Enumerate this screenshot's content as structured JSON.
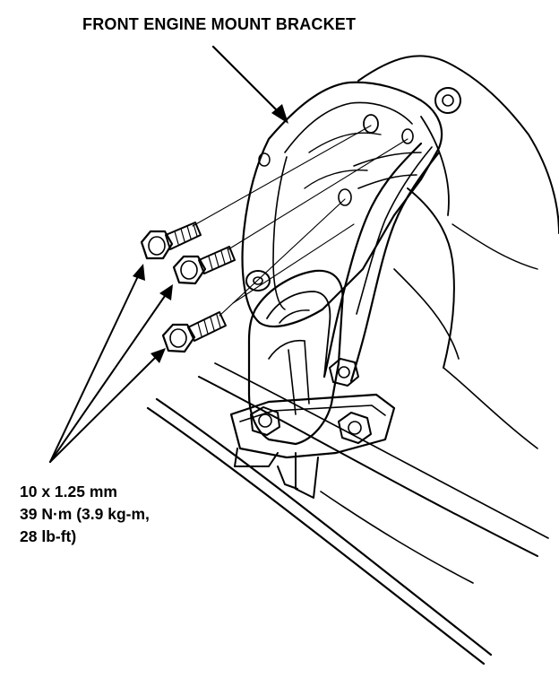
{
  "diagram": {
    "callout_label": "FRONT ENGINE MOUNT BRACKET",
    "fastener_spec": {
      "line1": "10 x 1.25 mm",
      "line2": "39 N·m (3.9 kg-m,",
      "line3": "28 lb-ft)"
    },
    "bolt_count": 3,
    "colors": {
      "ink": "#000000",
      "paper": "#ffffff"
    }
  }
}
